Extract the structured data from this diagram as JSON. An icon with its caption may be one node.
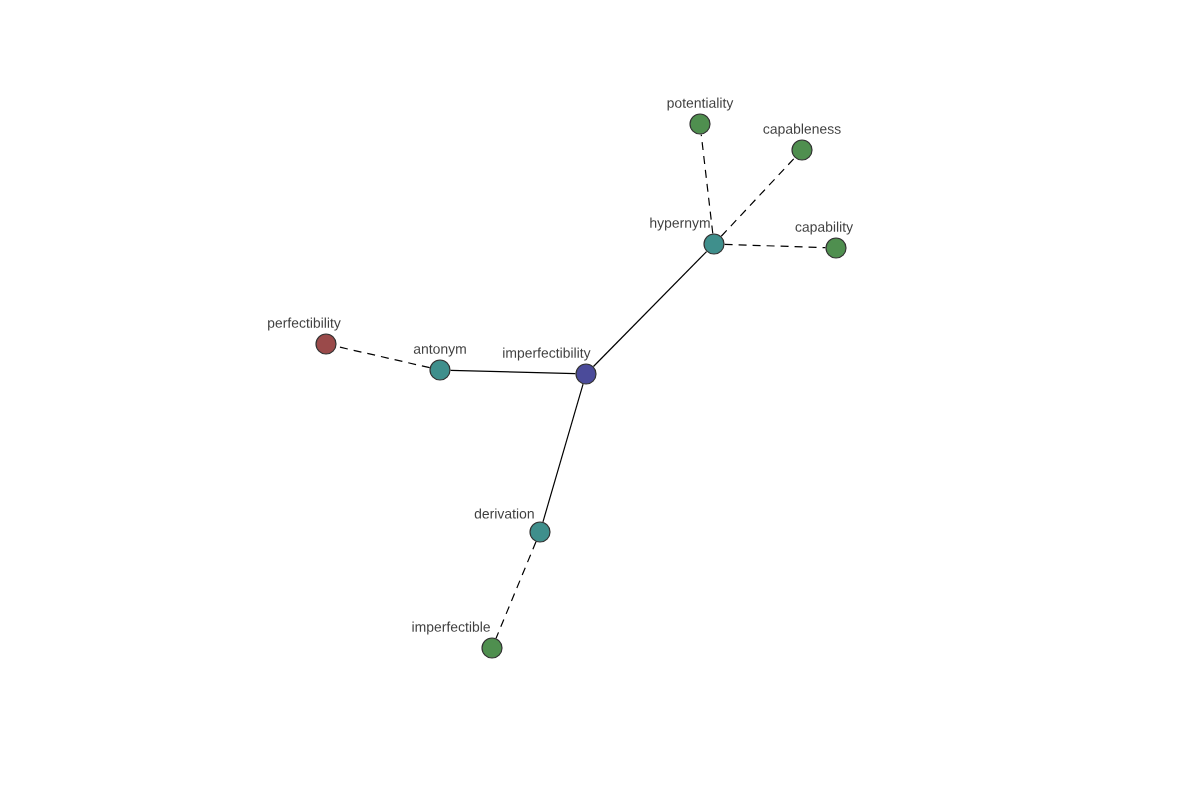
{
  "diagram": {
    "nodes": [
      {
        "text": [
          "potentiality"
        ]
      },
      {
        "text": [
          "capableness"
        ]
      },
      {
        "text": [
          "hypernym"
        ]
      },
      {
        "text": [
          "capability"
        ]
      },
      {
        "text": [
          "perfectibility"
        ]
      },
      {
        "text": [
          "antonym"
        ]
      },
      {
        "text": [
          "imperfectibility"
        ]
      },
      {
        "text": [
          "derivation"
        ]
      },
      {
        "text": [
          "imperfectible"
        ]
      }
    ],
    "edges": [
      {
        "from": 6,
        "to": 2,
        "arrow": "none"
      },
      {
        "from": 6,
        "to": 5,
        "arrow": "none"
      },
      {
        "from": 6,
        "to": 7,
        "arrow": "none"
      },
      {
        "from": 2,
        "to": 0,
        "arrow": "none",
        "style": "dashed"
      },
      {
        "from": 2,
        "to": 1,
        "arrow": "none",
        "style": "dashed"
      },
      {
        "from": 2,
        "to": 3,
        "arrow": "none",
        "style": "dashed"
      },
      {
        "from": 5,
        "to": 4,
        "arrow": "none",
        "style": "dashed"
      },
      {
        "from": 7,
        "to": 8,
        "arrow": "none",
        "style": "dashed"
      }
    ]
  }
}
